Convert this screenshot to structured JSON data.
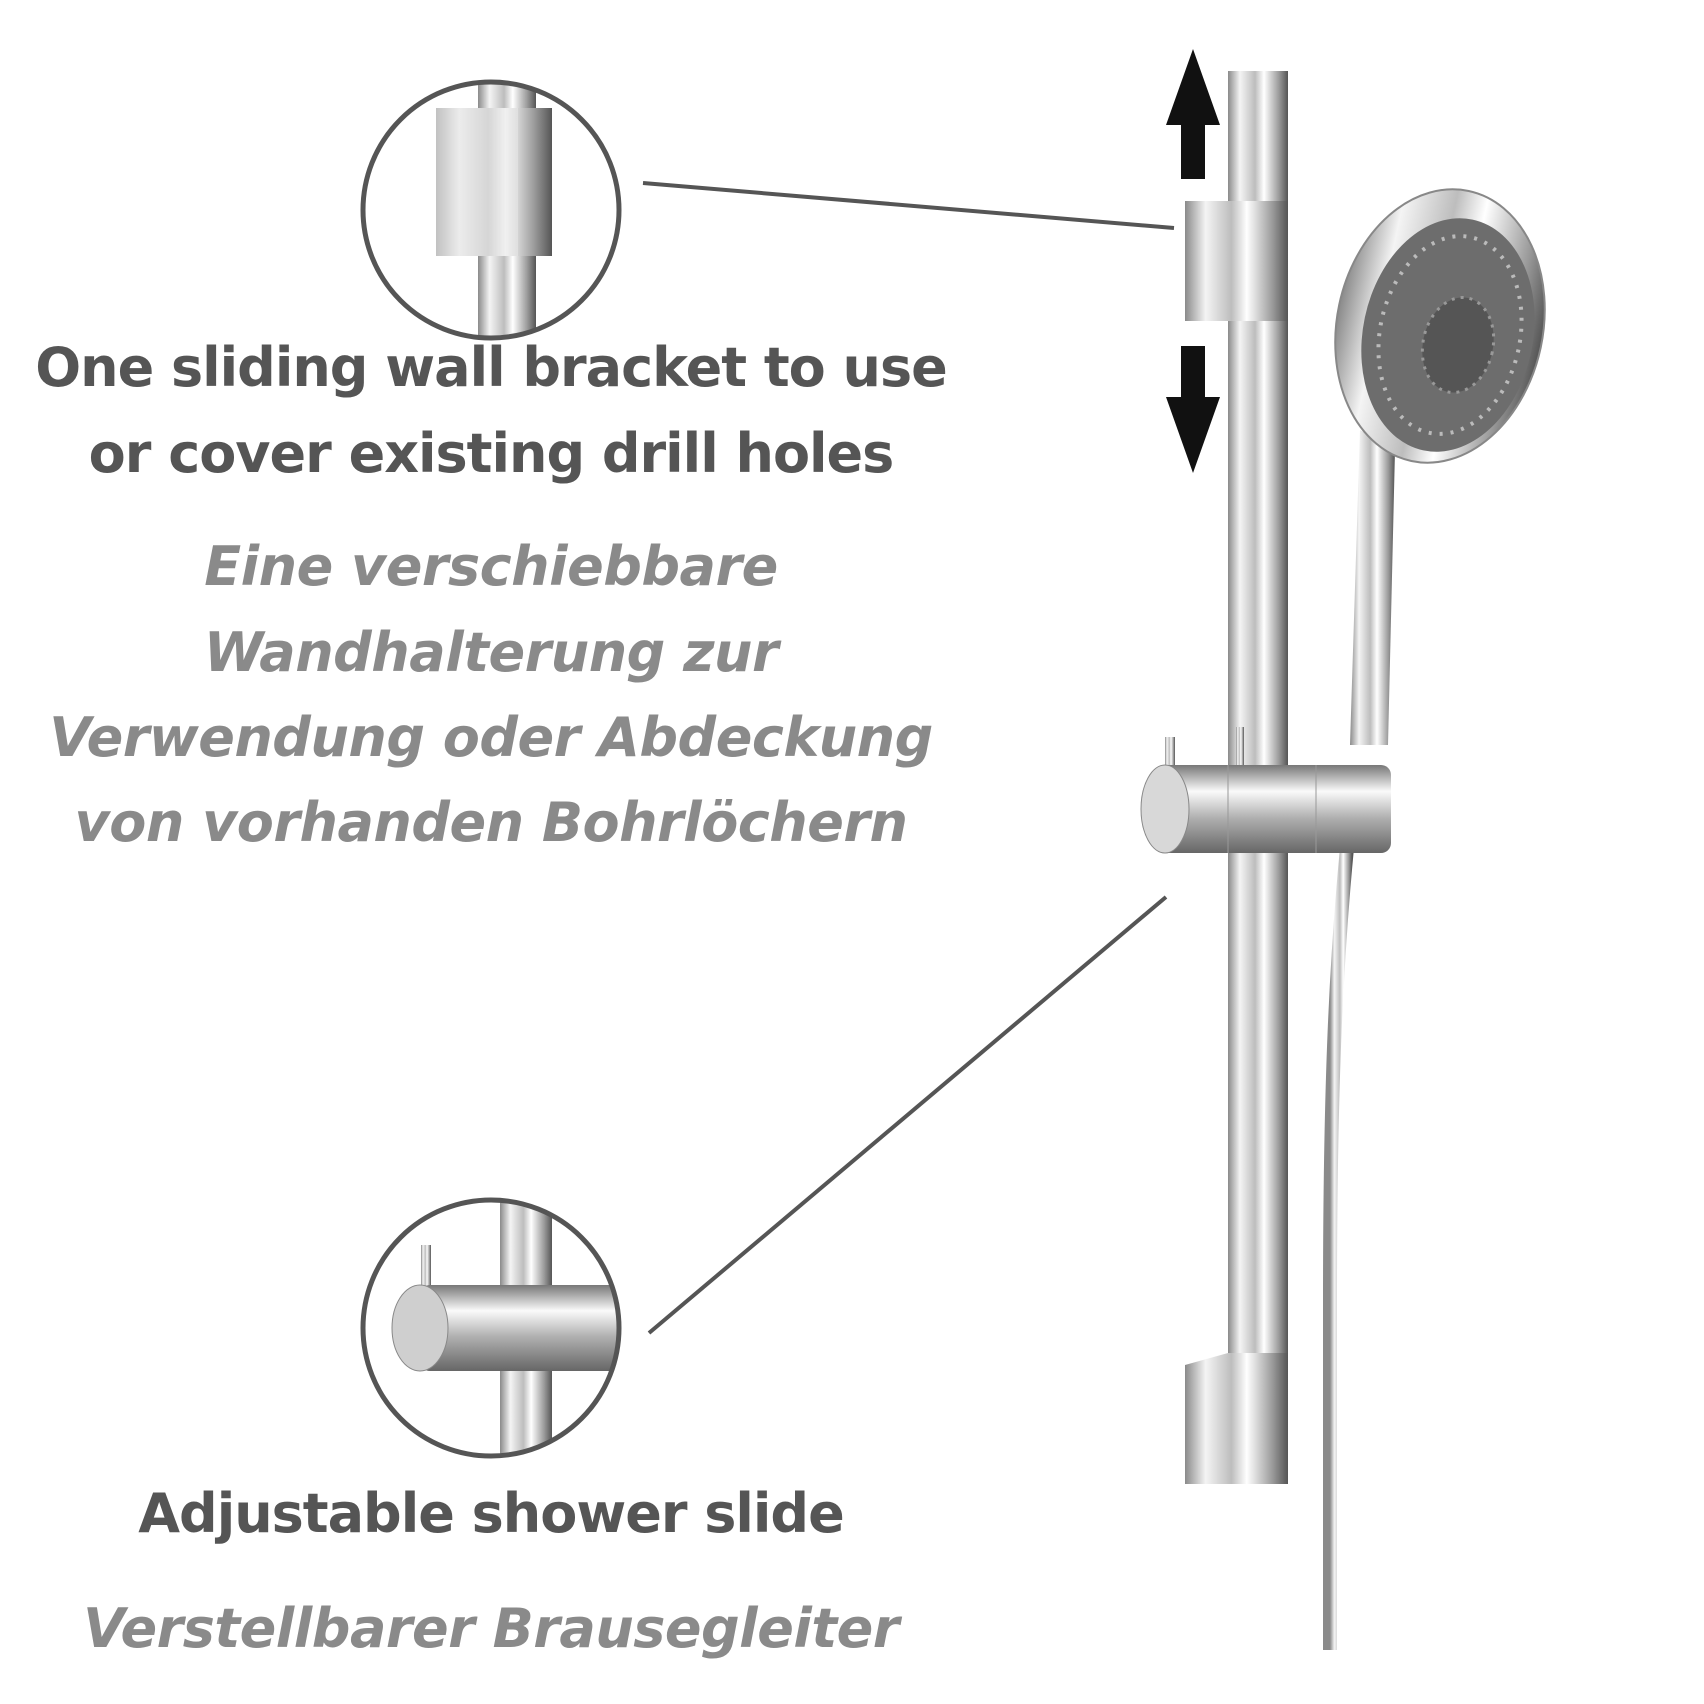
{
  "feature_bracket": {
    "title_lines": [
      "One sliding wall bracket to use",
      "or cover existing drill holes"
    ],
    "german_lines": [
      "Eine verschiebbare",
      "Wandhalterung zur",
      "Verwendung oder Abdeckung",
      "von vorhanden Bohrlöchern"
    ]
  },
  "feature_slide": {
    "title": "Adjustable shower slide",
    "german": "Verstellbarer Brausegleiter"
  },
  "colors": {
    "english_text": "#555555",
    "german_text": "#8a8a8a",
    "callout": "#555555"
  }
}
